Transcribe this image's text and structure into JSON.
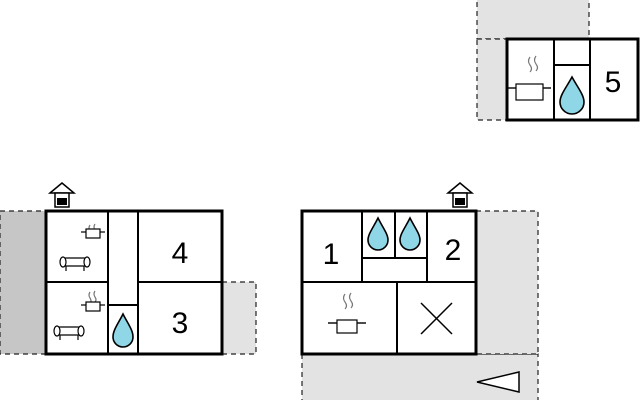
{
  "floor_plan": {
    "rooms": [
      {
        "id": "room-1",
        "label": "1"
      },
      {
        "id": "room-2",
        "label": "2"
      },
      {
        "id": "room-3",
        "label": "3"
      },
      {
        "id": "room-4",
        "label": "4"
      },
      {
        "id": "room-5",
        "label": "5"
      }
    ],
    "icons": [
      "entrance-house-icon",
      "kitchen-pot-icon",
      "sofa-icon",
      "bathroom-drop-icon",
      "cross-icon",
      "direction-arrow-icon"
    ],
    "colors": {
      "terrace": "#e3e3e3",
      "terrace_dark": "#c6c6c6",
      "water_drop": "#8fd6e6",
      "wall": "#000000"
    }
  }
}
